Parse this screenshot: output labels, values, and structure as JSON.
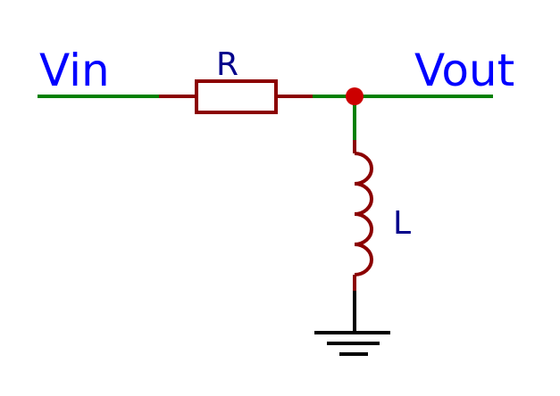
{
  "diagram": {
    "labels": {
      "input": "Vin",
      "output": "Vout",
      "resistor": "R",
      "inductor": "L"
    },
    "colors": {
      "wire": "#008000",
      "component": "#8b0000",
      "node": "#cc0000",
      "ground": "#000000",
      "io_label": "#0000ff",
      "component_label": "#00008b"
    }
  }
}
